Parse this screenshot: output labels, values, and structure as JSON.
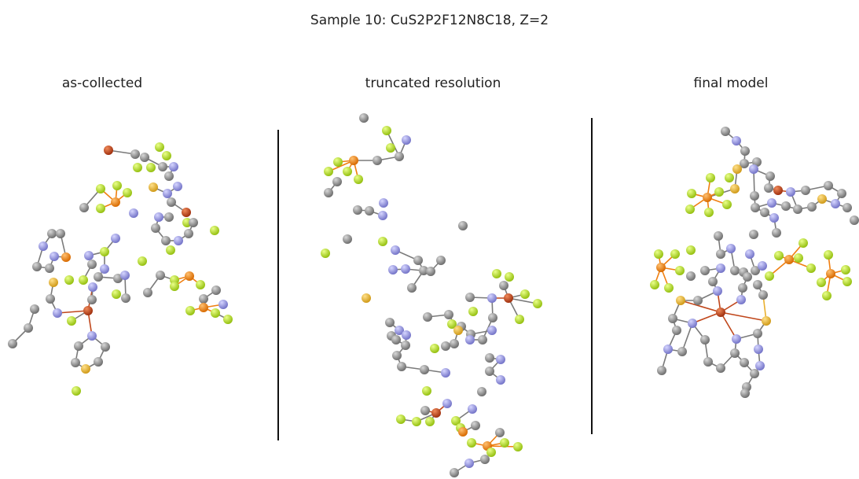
{
  "title": "Sample 10: CuS2P2F12N8C18, Z=2",
  "panels": [
    {
      "label": "as-collected"
    },
    {
      "label": "truncated resolution"
    },
    {
      "label": "final model"
    }
  ],
  "colors": {
    "carbon": "#8a8a8a",
    "nitrogen": "#8e8ee0",
    "fluorine": "#b5e61d",
    "phosphorus": "#f07f10",
    "sulfur": "#e9b030",
    "copper": "#c0461a",
    "bond": "#7a7a7a"
  }
}
